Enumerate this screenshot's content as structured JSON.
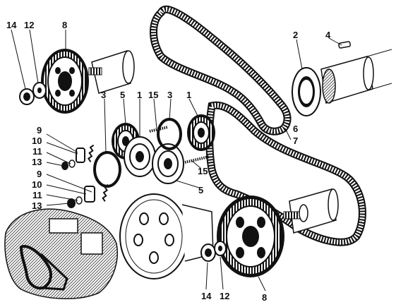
{
  "callouts": {
    "p14_top": "14",
    "p12_top": "12",
    "p8_top": "8",
    "p2": "2",
    "p4": "4",
    "p3_left": "3",
    "p5_top": "5",
    "p1_left": "1",
    "p15_top": "15",
    "p3_right": "3",
    "p1_right": "1",
    "p6": "6",
    "p7": "7",
    "p9_a": "9",
    "p10_a": "10",
    "p11_a": "11",
    "p13_a": "13",
    "p9_b": "9",
    "p10_b": "10",
    "p11_b": "11",
    "p13_b": "13",
    "p15_bottom": "15",
    "p5_bottom": "5",
    "p14_bottom": "14",
    "p12_bottom": "12",
    "p8_bottom": "8"
  },
  "colors": {
    "ink": "#111111",
    "paper": "#ffffff",
    "shade": "#cfcfcf"
  }
}
